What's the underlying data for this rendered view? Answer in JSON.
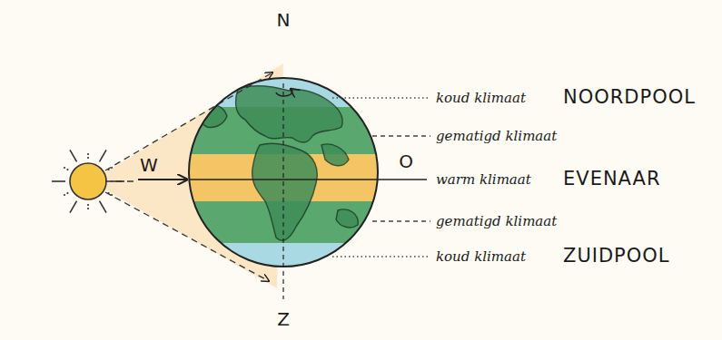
{
  "diagram": {
    "labels": [
      "N",
      "koud klimaat",
      "NOORDPOOL",
      "gematigd klimaat",
      "W",
      "O",
      "warm klimaat",
      "EVENAAR",
      "gematigd klimaat",
      "koud klimaat",
      "ZUIDPOOL",
      "Z"
    ]
  }
}
